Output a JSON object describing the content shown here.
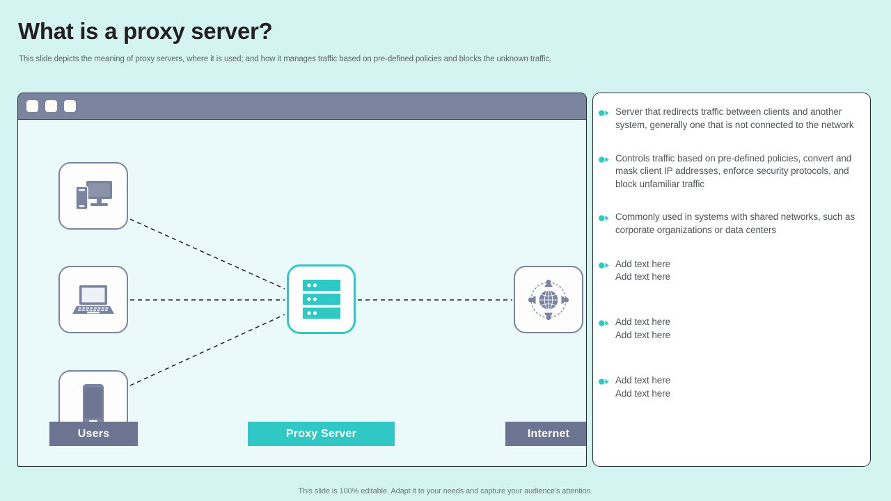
{
  "slide": {
    "title": "What is a proxy server?",
    "subtitle": "This slide depicts the meaning of proxy servers, where it is used; and how it  manages traffic based on pre-defined policies and blocks the unknown traffic.",
    "footer": "This slide is 100% editable. Adapt it to your needs and capture your audience's attention.",
    "background_color": "#d4f4f2"
  },
  "colors": {
    "accent_teal": "#2fc8c4",
    "slate": "#7b849f",
    "legend_slate": "#6b7490",
    "panel_fill": "#eafafa",
    "outline": "#2b2b33",
    "body_text": "#4d5357"
  },
  "diagram": {
    "window": {
      "titlebar_buttons": [
        "window-button-1",
        "window-button-2",
        "window-button-3"
      ]
    },
    "nodes": [
      {
        "id": "desktop",
        "icon": "desktop-computer-icon",
        "accent": false
      },
      {
        "id": "laptop",
        "icon": "laptop-icon",
        "accent": false
      },
      {
        "id": "mobile",
        "icon": "smartphone-icon",
        "accent": false
      },
      {
        "id": "server",
        "icon": "server-rack-icon",
        "accent": true
      },
      {
        "id": "internet",
        "icon": "globe-network-icon",
        "accent": false
      }
    ],
    "connectors": [
      {
        "from": "desktop",
        "to": "server",
        "style": "dashed"
      },
      {
        "from": "laptop",
        "to": "server",
        "style": "dashed"
      },
      {
        "from": "mobile",
        "to": "server",
        "style": "dashed"
      },
      {
        "from": "server",
        "to": "internet",
        "style": "dashed"
      }
    ],
    "legend": [
      {
        "id": "users",
        "label": "Users",
        "color": "#6b7490"
      },
      {
        "id": "proxy",
        "label": "Proxy Server",
        "color": "#2fc8c4"
      },
      {
        "id": "internet",
        "label": "Internet",
        "color": "#6b7490"
      }
    ]
  },
  "bullets": [
    {
      "text": "Server that  redirects traffic between clients and another system,  generally  one that is not connected to the network"
    },
    {
      "text": "Controls traffic based on pre-defined policies, convert  and mask client IP  addresses, enforce security protocols,  and block unfamiliar traffic"
    },
    {
      "text": "Commonly  used in systems  with shared networks, such  as corporate organizations or data centers"
    },
    {
      "text": "Add text here\nAdd text here"
    },
    {
      "text": "Add text here\nAdd text here"
    },
    {
      "text": "Add text here\nAdd text here"
    }
  ]
}
